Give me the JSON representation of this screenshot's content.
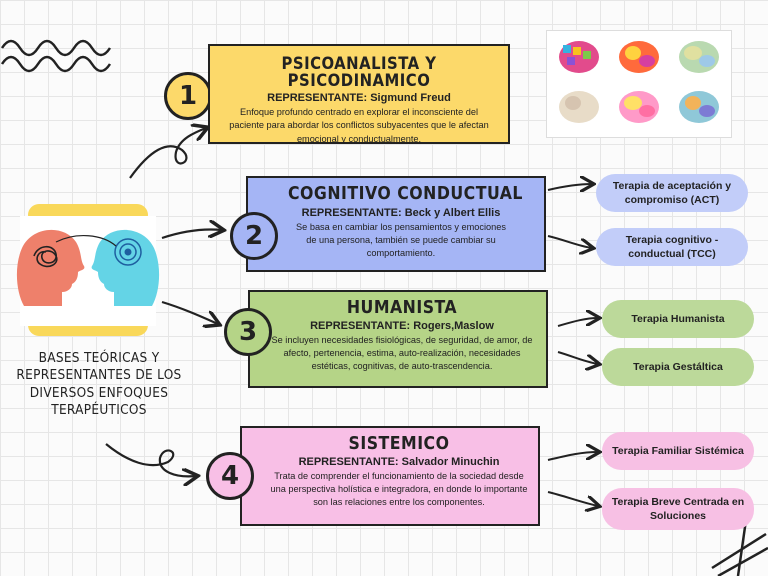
{
  "title": "BASES TEÓRICAS Y REPRESENTANTES DE LOS DIVERSOS ENFOQUES TERAPÉUTICOS",
  "colors": {
    "yellow": "#fcd96a",
    "blue": "#a5b5f5",
    "green": "#b5d487",
    "pink": "#f8bfe6",
    "pill_blue": "#c2cdf9",
    "pill_green": "#bcd99a",
    "pill_pink": "#f7c0e4"
  },
  "sections": [
    {
      "number": "1",
      "title": "PSICOANALISTA Y PSICODINAMICO",
      "representative": "REPRESENTANTE:  Sigmund Freud",
      "description": "Enfoque profundo centrado en explorar el inconsciente del paciente para abordar los conflictos subyacentes que le afectan emocional y conductualmente."
    },
    {
      "number": "2",
      "title": "COGNITIVO CONDUCTUAL",
      "representative": "REPRESENTANTE:  Beck y Albert Ellis",
      "description": "Se basa  en cambiar los pensamientos y emociones de una persona, también se puede cambiar su comportamiento.",
      "therapies": [
        "Terapia de aceptación y compromiso (ACT)",
        "Terapia cognitivo - conductual (TCC)"
      ]
    },
    {
      "number": "3",
      "title": "HUMANISTA",
      "representative": "REPRESENTANTE:  Rogers,Maslow",
      "description": "Se incluyen necesidades fisiológicas, de seguridad, de amor, de afecto, pertenencia, estima, auto-realización, necesidades estéticas, cognitivas, de auto-trascendencia.",
      "therapies": [
        "Terapia Humanista",
        "Terapia Gestáltica"
      ]
    },
    {
      "number": "4",
      "title": "SISTEMICO",
      "representative": "REPRESENTANTE:  Salvador Minuchin",
      "description": "Trata de comprender el funcionamiento de la sociedad desde una perspectiva holística e integradora, en donde lo importante son las relaciones entre los componentes.",
      "therapies": [
        "Terapia Familiar Sistémica",
        "Terapia Breve Centrada en Soluciones"
      ]
    }
  ]
}
